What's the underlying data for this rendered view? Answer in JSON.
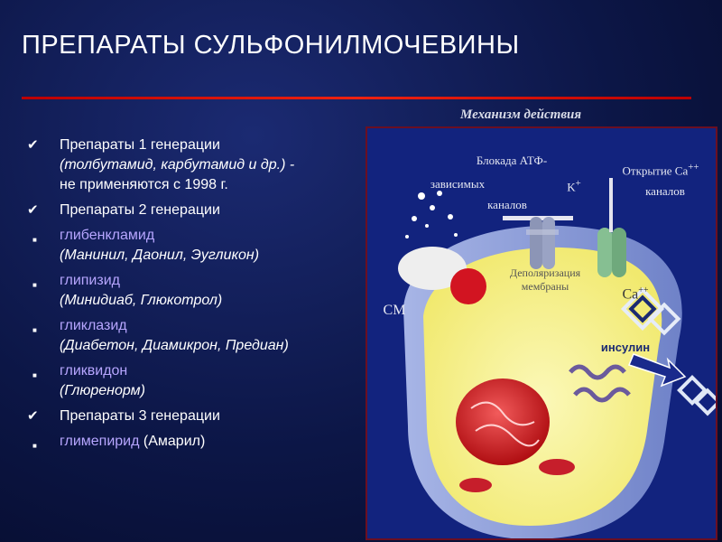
{
  "title": "ПРЕПАРАТЫ СУЛЬФОНИЛМОЧЕВИНЫ",
  "mechanism_title": "Механизм действия",
  "items": [
    {
      "type": "check",
      "line1": "Препараты 1 генерации",
      "line2": "(толбутамид, карбутамид  и др.) -",
      "line3": "не применяются  с 1998 г."
    },
    {
      "type": "check",
      "line1": "Препараты 2 генерации"
    },
    {
      "type": "square",
      "drug": "глибенкламид",
      "brands": "(Манинил, Даонил, Эугликон)"
    },
    {
      "type": "square",
      "drug": "глипизид",
      "brands": "(Минидиаб, Глюкотрол)"
    },
    {
      "type": "square",
      "drug": "гликлазид",
      "brands": "(Диабетон, Диамикрон, Предиан)"
    },
    {
      "type": "square",
      "drug": "гликвидон",
      "brands": "(Глюренорм)"
    },
    {
      "type": "check",
      "line1": "Препараты 3 генерации"
    },
    {
      "type": "square",
      "drug": "глимепирид",
      "brands": "(Амарил)",
      "inline": true
    }
  ],
  "diagram": {
    "block_line1": "Блокада АТФ-",
    "block_line2": "зависимых",
    "block_line3": "каналов",
    "k_label": "K",
    "k_sup": "+",
    "open_line1": "Открытие Ca",
    "open_sup": "++",
    "open_line2": "каналов",
    "depol_line1": "Деполяризация",
    "depol_line2": "мембраны",
    "ca_label": "Ca",
    "ca_sup": "++",
    "insulin_label": "инсулин",
    "cm_label": "СМ"
  },
  "colors": {
    "accent_red": "#e21111",
    "drug_name": "#b7a6ff",
    "cell_fill": "#f6f19a",
    "panel_bg": "#12237e"
  }
}
